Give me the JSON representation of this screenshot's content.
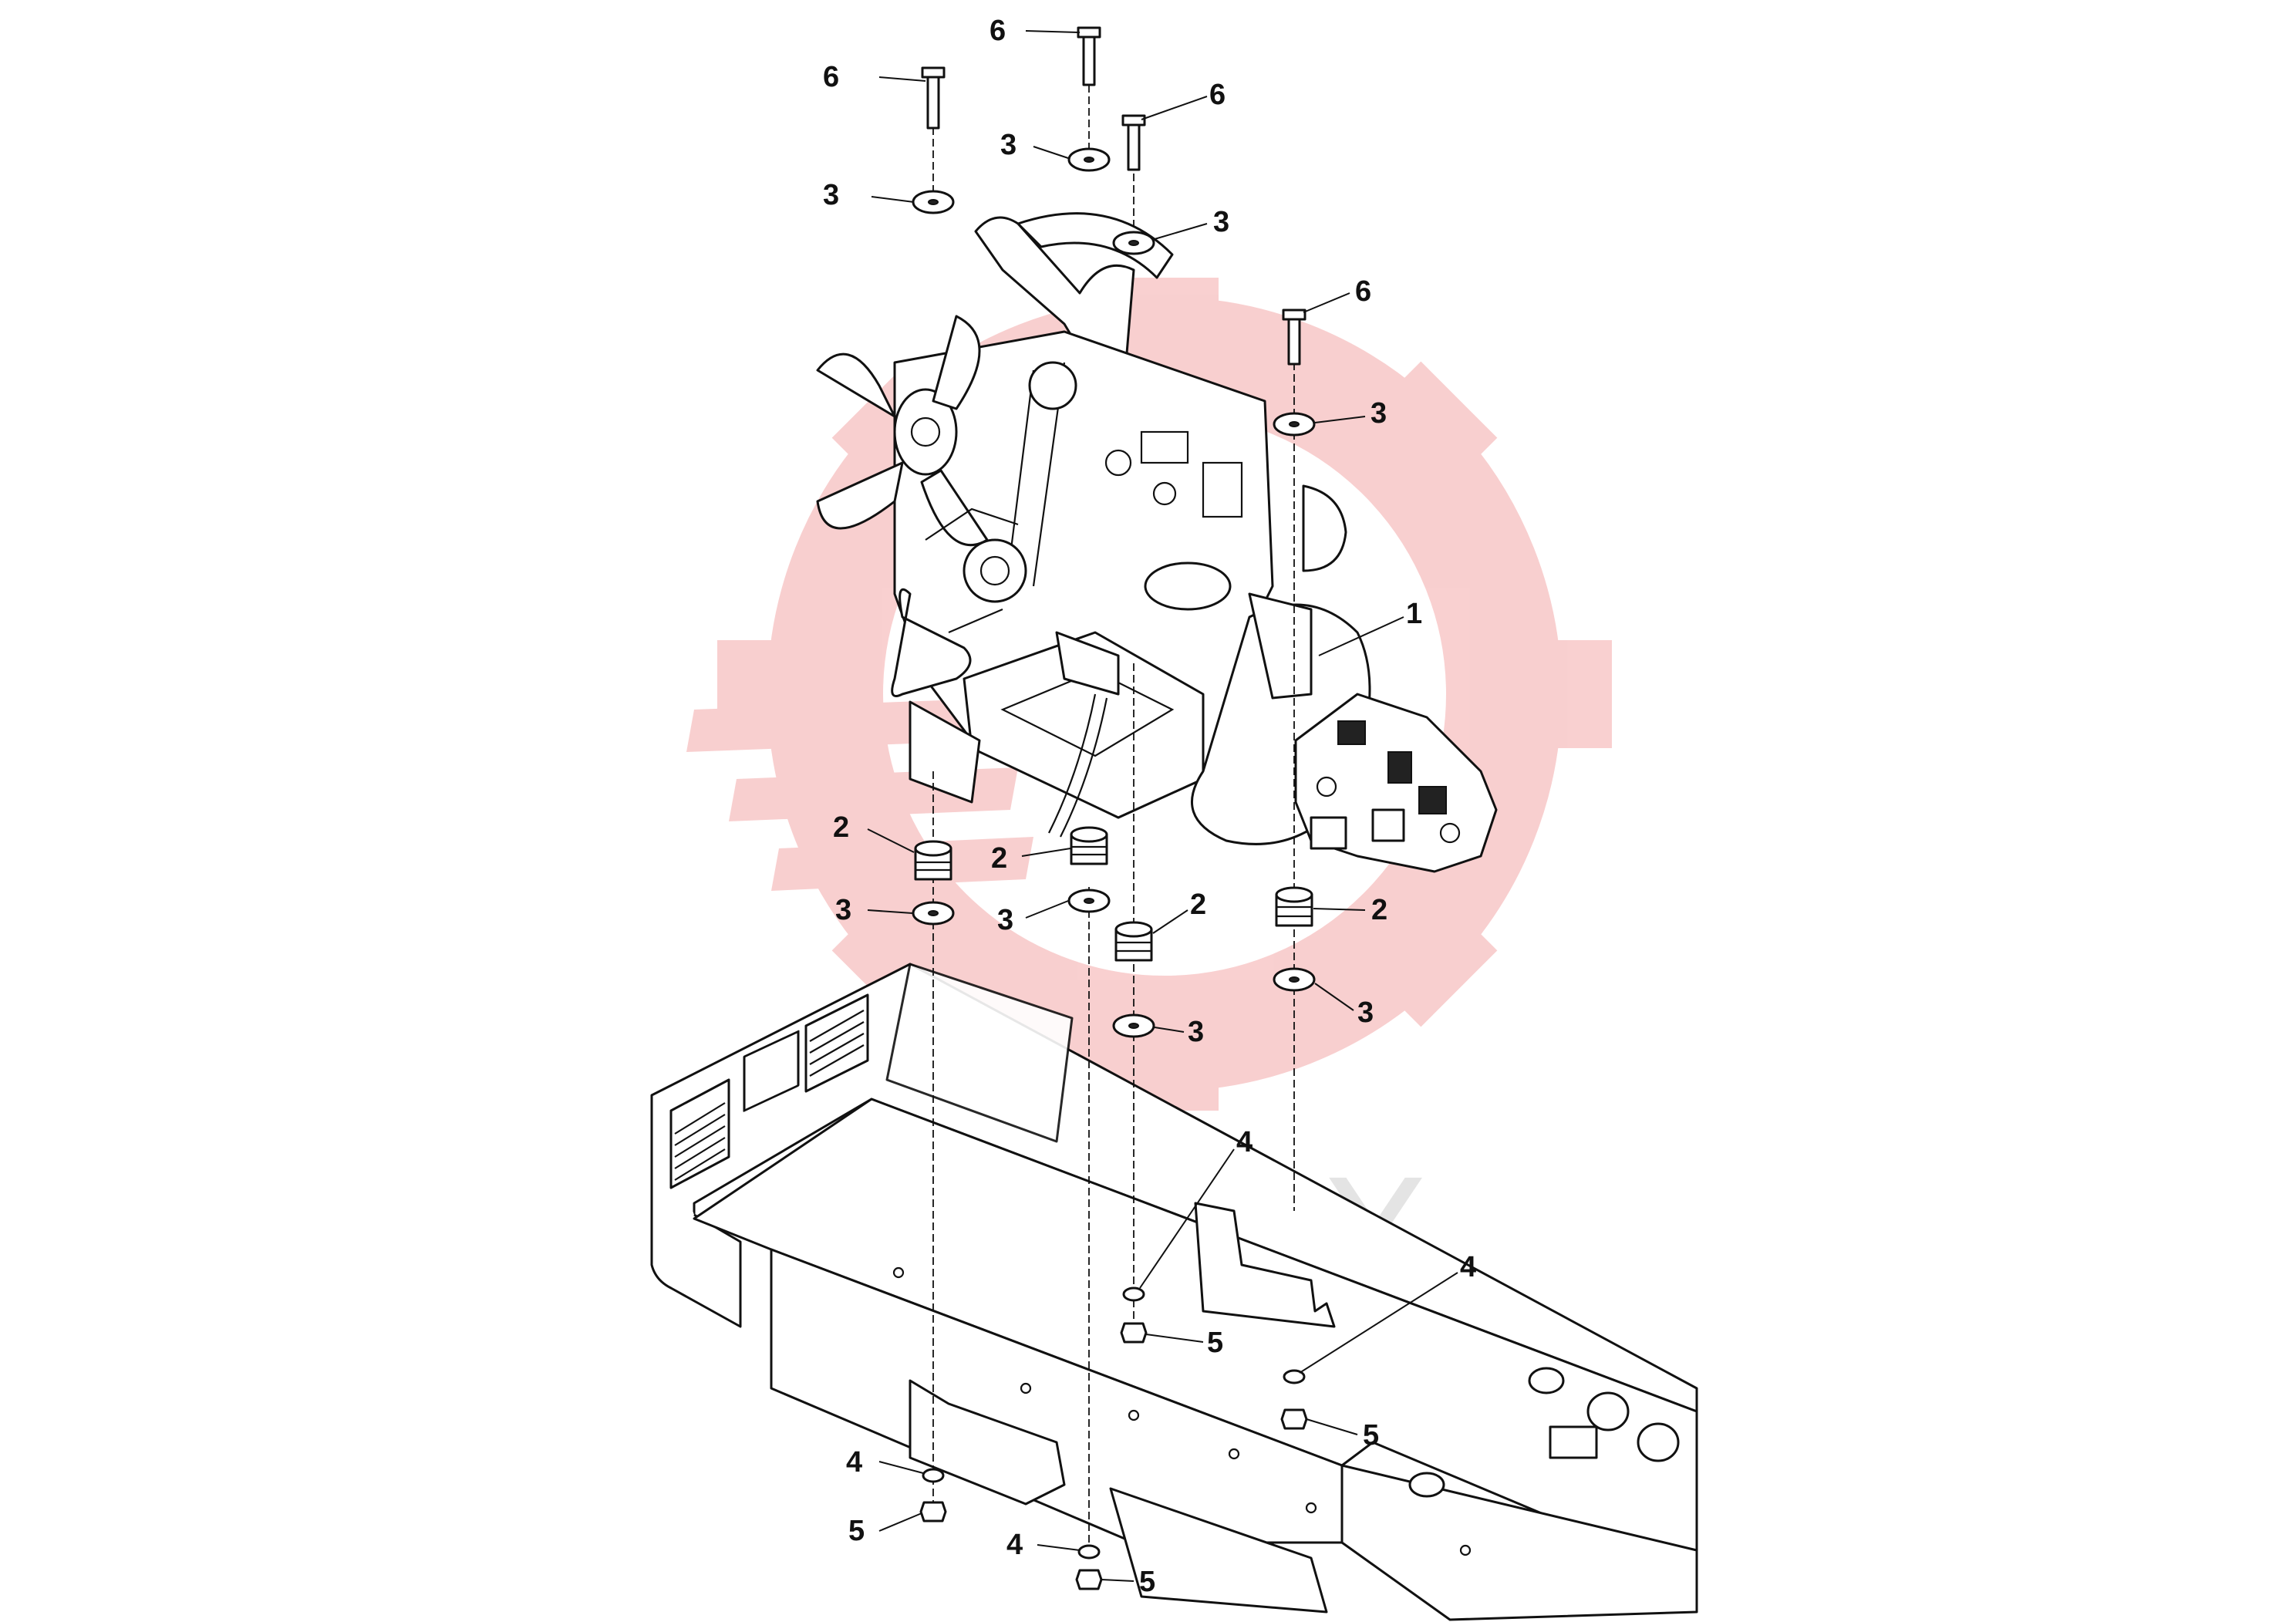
{
  "watermark": {
    "text": "ИНТЕХ",
    "gear_color": "#f4a9a9",
    "text_color": "#cfcfcf"
  },
  "callouts": [
    {
      "id": "c6a",
      "label": "6"
    },
    {
      "id": "c6b",
      "label": "6"
    },
    {
      "id": "c6c",
      "label": "6"
    },
    {
      "id": "c6d",
      "label": "6"
    },
    {
      "id": "c3a",
      "label": "3"
    },
    {
      "id": "c3b",
      "label": "3"
    },
    {
      "id": "c3c",
      "label": "3"
    },
    {
      "id": "c3d",
      "label": "3"
    },
    {
      "id": "c1",
      "label": "1"
    },
    {
      "id": "c2a",
      "label": "2"
    },
    {
      "id": "c2b",
      "label": "2"
    },
    {
      "id": "c2c",
      "label": "2"
    },
    {
      "id": "c2d",
      "label": "2"
    },
    {
      "id": "c3e",
      "label": "3"
    },
    {
      "id": "c3f",
      "label": "3"
    },
    {
      "id": "c3g",
      "label": "3"
    },
    {
      "id": "c3h",
      "label": "3"
    },
    {
      "id": "c4a",
      "label": "4"
    },
    {
      "id": "c4b",
      "label": "4"
    },
    {
      "id": "c4c",
      "label": "4"
    },
    {
      "id": "c4d",
      "label": "4"
    },
    {
      "id": "c5a",
      "label": "5"
    },
    {
      "id": "c5b",
      "label": "5"
    },
    {
      "id": "c5c",
      "label": "5"
    },
    {
      "id": "c5d",
      "label": "5"
    }
  ]
}
